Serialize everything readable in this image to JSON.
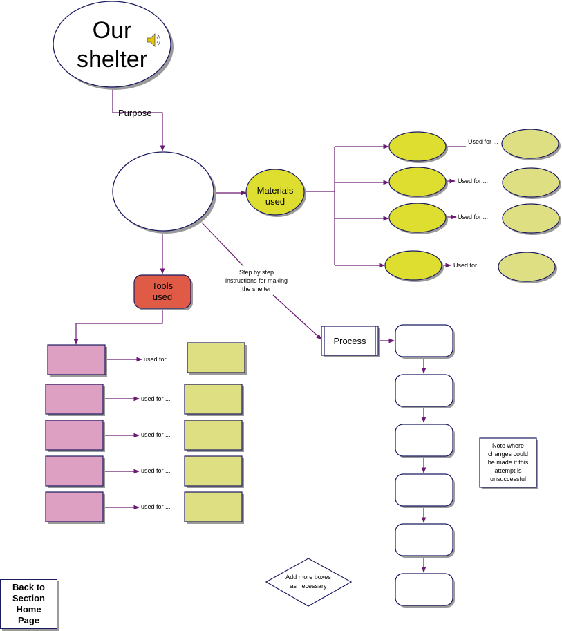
{
  "title": {
    "line1": "Our",
    "line2": "shelter"
  },
  "labels": {
    "purpose": "Purpose",
    "materials_line1": "Materials",
    "materials_line2": "used",
    "tools_line1": "Tools",
    "tools_line2": "used",
    "step_line1": "Step by step",
    "step_line2": "instructions for making",
    "step_line3": "the shelter",
    "process": "Process",
    "used_for": "Used for ...",
    "used_for_lower": "used for ...",
    "note_line1": "Note where",
    "note_line2": "changes could",
    "note_line3": "be made if this",
    "note_line4": "attempt is",
    "note_line5": "unsuccessful",
    "add_line1": "Add more boxes",
    "add_line2": "as necessary"
  },
  "nav": {
    "back_line1": "Back to",
    "back_line2": "Section",
    "back_line3": "Home",
    "back_line4": "Page"
  },
  "icons": {
    "speaker": "speaker-icon"
  },
  "colors": {
    "outline": "#1b1b60",
    "arrow": "#6a1a72",
    "materials_fill": "#dede30",
    "material_item_fill": "#dede30",
    "material_use_fill": "#dede82",
    "tools_fill": "#e05b45",
    "tool_box_fill": "#dda0c2",
    "tool_use_fill": "#dede82",
    "shadow": "#9a9a9a"
  }
}
